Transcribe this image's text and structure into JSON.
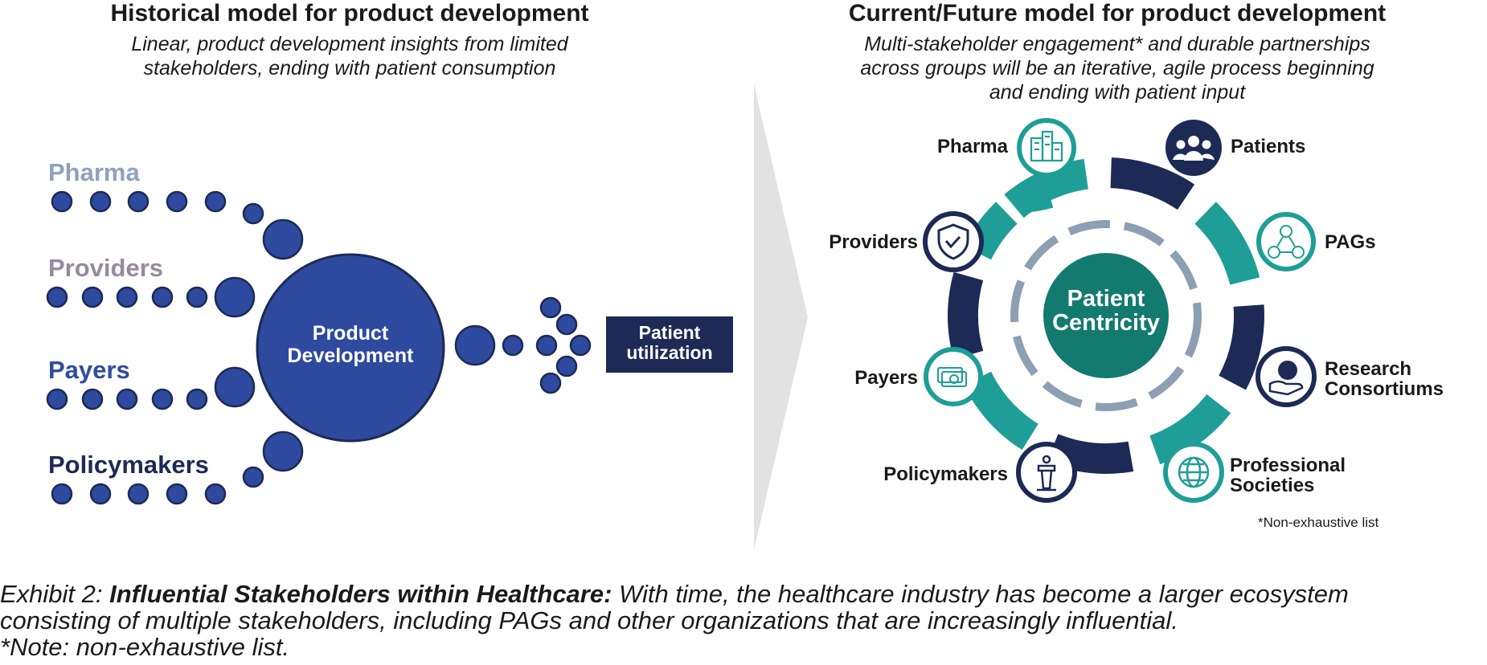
{
  "left": {
    "title": "Historical model for product development",
    "subtitle_line1": "Linear, product development insights from limited",
    "subtitle_line2": "stakeholders, ending with patient consumption",
    "groups": [
      "Pharma",
      "Providers",
      "Payers",
      "Policymakers"
    ],
    "center_line1": "Product",
    "center_line2": "Development",
    "end_line1": "Patient",
    "end_line2": "utilization"
  },
  "right": {
    "title": "Current/Future model for product development",
    "subtitle_line1": "Multi-stakeholder engagement* and durable partnerships",
    "subtitle_line2": "across groups will be an iterative, agile process beginning",
    "subtitle_line3": "and ending with patient input",
    "center_line1": "Patient",
    "center_line2": "Centricity",
    "stakeholders": [
      {
        "label": "Pharma",
        "icon": "buildings-icon"
      },
      {
        "label": "Patients",
        "icon": "people-group-icon"
      },
      {
        "label": "PAGs",
        "icon": "network-people-icon"
      },
      {
        "label": "Providers",
        "icon": "shield-check-icon"
      },
      {
        "label_line1": "Research",
        "label_line2": "Consortiums",
        "icon": "hand-globe-icon"
      },
      {
        "label": "Payers",
        "icon": "money-icon"
      },
      {
        "label_line1": "Professional",
        "label_line2": "Societies",
        "icon": "globe-icon"
      },
      {
        "label": "Policymakers",
        "icon": "podium-icon"
      }
    ],
    "note": "*Non-exhaustive list"
  },
  "caption": {
    "prefix": "Exhibit 2: ",
    "bold": "Influential Stakeholders within Healthcare:",
    "rest": " With time, the healthcare industry has become a larger ecosystem",
    "line2": "consisting of multiple stakeholders, including PAGs and other organizations that are increasingly influential.",
    "line3": "*Note: non-exhaustive list."
  },
  "colors": {
    "navy": "#1c2a55",
    "blue": "#2e4a9e",
    "teal": "#1e9e96",
    "teal_dark": "#137a70",
    "gray_blue": "#8c9fb3",
    "pharma": "#8fa1bd",
    "providers": "#968a9e",
    "payers": "#2f4c9c",
    "policymakers": "#1c2a55"
  }
}
